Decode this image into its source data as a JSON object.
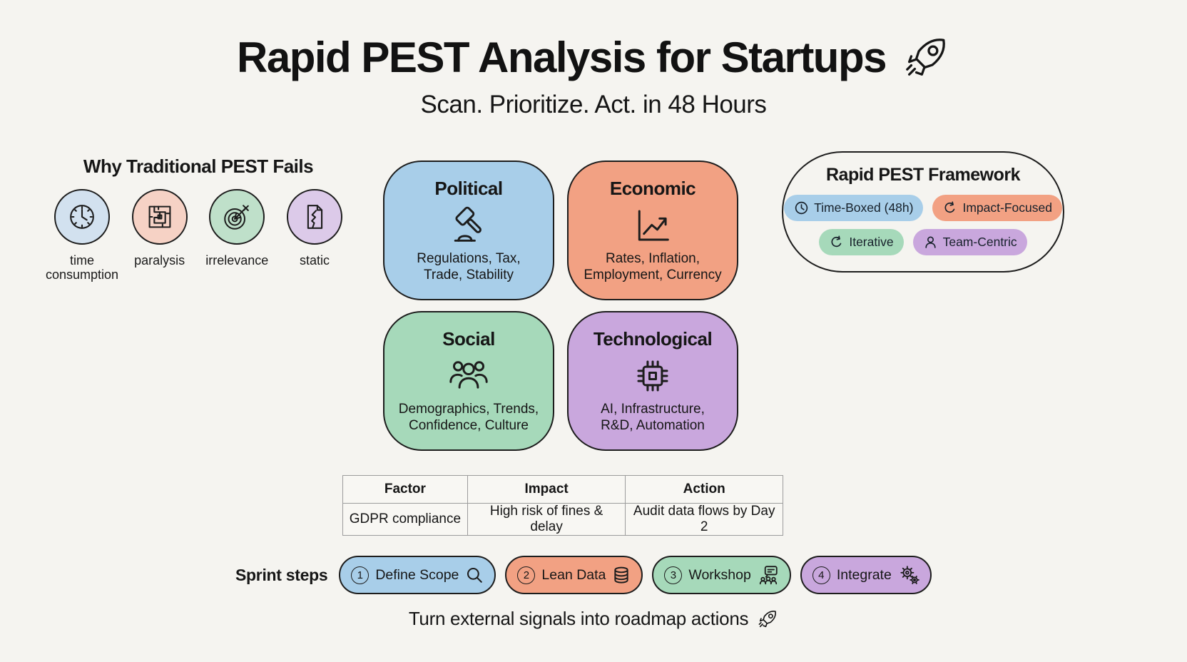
{
  "header": {
    "title": "Rapid PEST Analysis for Startups",
    "title_icon": "rocket-icon",
    "subtitle": "Scan. Prioritize. Act. in 48 Hours"
  },
  "why_fails": {
    "heading": "Why Traditional PEST Fails",
    "items": [
      {
        "label": "time consumption",
        "icon": "clock-icon",
        "color": "#d2e1ef"
      },
      {
        "label": "paralysis",
        "icon": "maze-icon",
        "color": "#f6d2c5"
      },
      {
        "label": "irrelevance",
        "icon": "target-icon",
        "color": "#bfe0ca"
      },
      {
        "label": "static",
        "icon": "torn-document-icon",
        "color": "#dccae9"
      }
    ]
  },
  "quadrants": [
    {
      "title": "Political",
      "desc1": "Regulations, Tax,",
      "desc2": "Trade, Stability",
      "icon": "gavel-icon",
      "color": "#a8cee9"
    },
    {
      "title": "Economic",
      "desc1": "Rates, Inflation,",
      "desc2": "Employment, Currency",
      "icon": "line-chart-icon",
      "color": "#f2a183"
    },
    {
      "title": "Social",
      "desc1": "Demographics, Trends,",
      "desc2": "Confidence, Culture",
      "icon": "people-icon",
      "color": "#a6d9ba"
    },
    {
      "title": "Technological",
      "desc1": "AI, Infrastructure,",
      "desc2": "R&D, Automation",
      "icon": "chip-icon",
      "color": "#c9a7dd"
    }
  ],
  "framework": {
    "heading": "Rapid PEST Framework",
    "pills": [
      {
        "label": "Time-Boxed (48h)",
        "icon": "clock-icon",
        "color": "#a8cee9"
      },
      {
        "label": "Impact-Focused",
        "icon": "refresh-icon",
        "color": "#f2a183"
      },
      {
        "label": "Iterative",
        "icon": "refresh-icon",
        "color": "#a6d9ba"
      },
      {
        "label": "Team-Centric",
        "icon": "person-icon",
        "color": "#c9a7dd"
      }
    ]
  },
  "table": {
    "headers": [
      "Factor",
      "Impact",
      "Action"
    ],
    "rows": [
      [
        "GDPR compliance",
        "High risk of fines & delay",
        "Audit data flows by Day 2"
      ]
    ]
  },
  "sprint": {
    "label": "Sprint steps",
    "steps": [
      {
        "number": "1",
        "label": "Define Scope",
        "icon": "magnifier-icon",
        "color": "#a8cee9"
      },
      {
        "number": "2",
        "label": "Lean Data",
        "icon": "database-icon",
        "color": "#f2a183"
      },
      {
        "number": "3",
        "label": "Workshop",
        "icon": "workshop-icon",
        "color": "#a6d9ba"
      },
      {
        "number": "4",
        "label": "Integrate",
        "icon": "gears-icon",
        "color": "#c9a7dd"
      }
    ]
  },
  "footer": {
    "text": "Turn external signals into roadmap actions",
    "icon": "rocket-icon"
  }
}
